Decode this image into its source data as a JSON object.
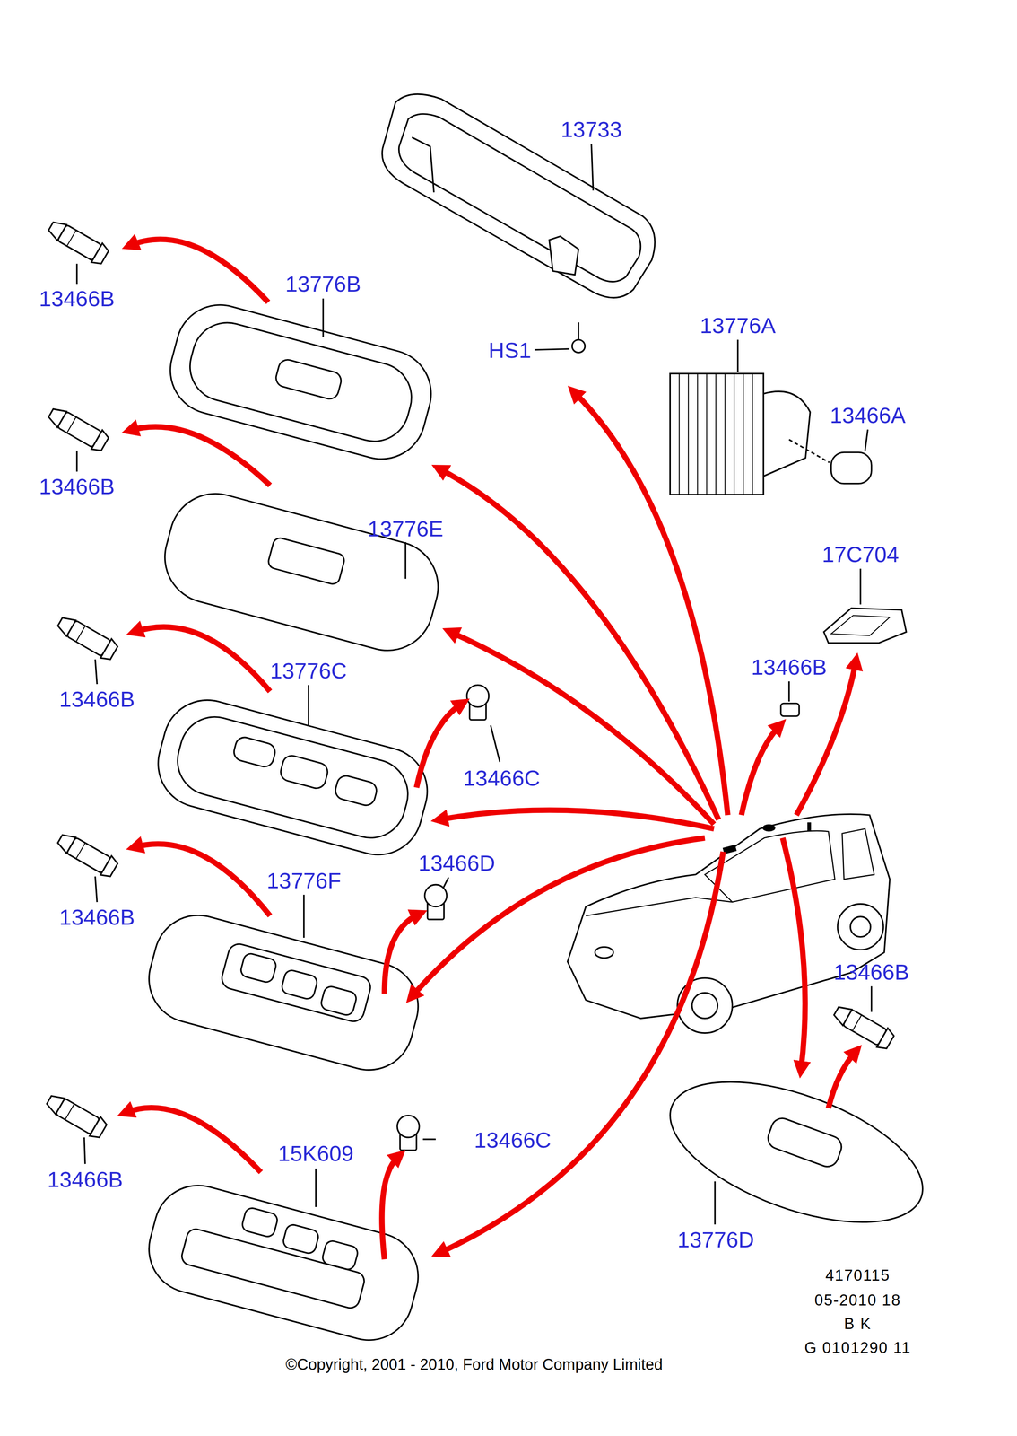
{
  "diagram": {
    "labels": [
      "13733",
      "13466B",
      "13776B",
      "HS1",
      "13776A",
      "13466A",
      "13466B",
      "13776E",
      "17C704",
      "13466B",
      "13776C",
      "13466B",
      "13466C",
      "13466D",
      "13776F",
      "13466B",
      "13466B",
      "13466C",
      "15K609",
      "13466B",
      "13776D",
      "4170115",
      "05-2010 18",
      "B K",
      "G 0101290 11",
      "©Copyright, 2001 - 2010, Ford Motor Company Limited"
    ]
  }
}
